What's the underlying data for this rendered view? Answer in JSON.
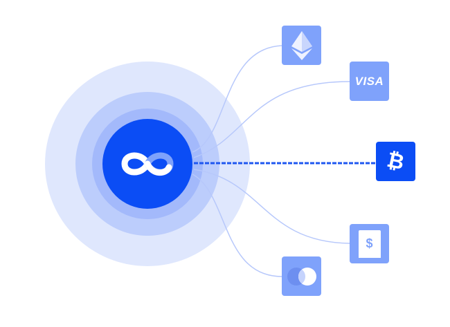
{
  "hub": {
    "icon": "infinity-icon"
  },
  "nodes": [
    {
      "id": "ethereum",
      "icon": "ethereum-icon"
    },
    {
      "id": "visa",
      "label": "VISA"
    },
    {
      "id": "bitcoin",
      "label": "₿",
      "active": true
    },
    {
      "id": "invoice",
      "label": "$"
    },
    {
      "id": "mastercard",
      "icon": "mastercard-icon"
    }
  ],
  "colors": {
    "primary": "#0b4df5",
    "node": "#7fa2fb",
    "ring_outer": "#dde5fd",
    "ring_mid": "#b6c8fc",
    "ring_inner": "#9bb4fb"
  }
}
